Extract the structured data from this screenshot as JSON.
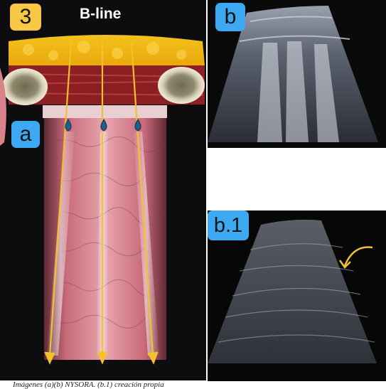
{
  "labels": {
    "figure_number": "3",
    "title": "B-line",
    "panel_a": "a",
    "panel_b": "b",
    "panel_b1": "b.1"
  },
  "caption": "Imágenes (a)(b) NYSORA. (b.1) creación propia",
  "icons": {
    "droplets": "water-drop-icon",
    "arrows": "down-arrow-icon",
    "annotation": "curved-arrow-icon"
  },
  "colors": {
    "badge_yellow": "#f6c843",
    "badge_blue": "#3da9f2",
    "arrow_yellow": "#f2c12e",
    "droplet_blue": "#1f5f8c"
  },
  "illustration": {
    "b_line_count": 3
  }
}
